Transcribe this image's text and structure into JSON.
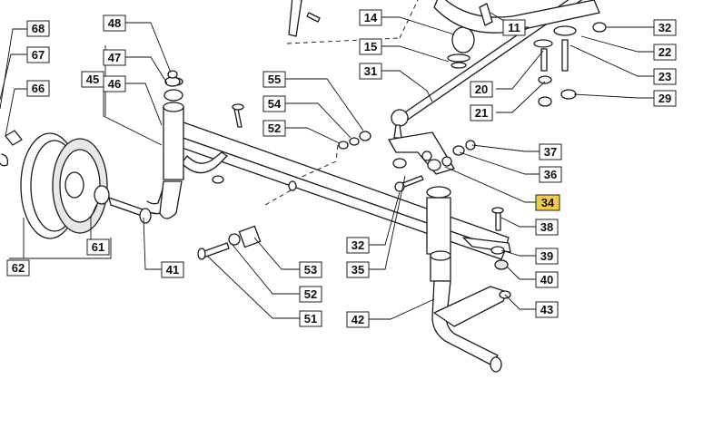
{
  "labels": [
    {
      "id": "68",
      "text": "68"
    },
    {
      "id": "67",
      "text": "67"
    },
    {
      "id": "66",
      "text": "66"
    },
    {
      "id": "62",
      "text": "62"
    },
    {
      "id": "61",
      "text": "61"
    },
    {
      "id": "48",
      "text": "48"
    },
    {
      "id": "47",
      "text": "47"
    },
    {
      "id": "45",
      "text": "45"
    },
    {
      "id": "46",
      "text": "46"
    },
    {
      "id": "41",
      "text": "41"
    },
    {
      "id": "55",
      "text": "55"
    },
    {
      "id": "54",
      "text": "54"
    },
    {
      "id": "52a",
      "text": "52"
    },
    {
      "id": "53",
      "text": "53"
    },
    {
      "id": "52b",
      "text": "52"
    },
    {
      "id": "51",
      "text": "51"
    },
    {
      "id": "14",
      "text": "14"
    },
    {
      "id": "15",
      "text": "15"
    },
    {
      "id": "31",
      "text": "31"
    },
    {
      "id": "11",
      "text": "11"
    },
    {
      "id": "32a",
      "text": "32"
    },
    {
      "id": "22",
      "text": "22"
    },
    {
      "id": "23",
      "text": "23"
    },
    {
      "id": "29",
      "text": "29"
    },
    {
      "id": "20",
      "text": "20"
    },
    {
      "id": "21",
      "text": "21"
    },
    {
      "id": "37",
      "text": "37"
    },
    {
      "id": "36",
      "text": "36"
    },
    {
      "id": "34",
      "text": "34",
      "highlight": true
    },
    {
      "id": "38",
      "text": "38"
    },
    {
      "id": "39",
      "text": "39"
    },
    {
      "id": "40",
      "text": "40"
    },
    {
      "id": "43",
      "text": "43"
    },
    {
      "id": "32b",
      "text": "32"
    },
    {
      "id": "35",
      "text": "35"
    },
    {
      "id": "42",
      "text": "42"
    }
  ],
  "colors": {
    "highlight": "#f3c94b",
    "line": "#1a1a1a",
    "background": "#ffffff"
  }
}
